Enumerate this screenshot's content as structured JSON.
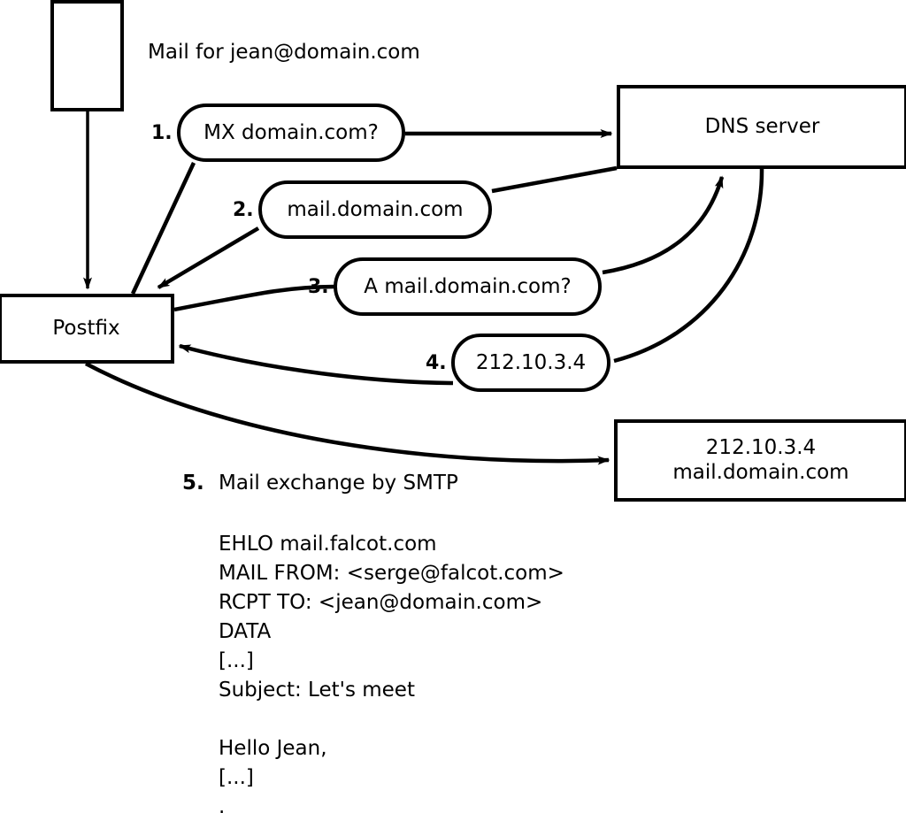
{
  "diagram": {
    "title_label": "Mail for jean@domain.com",
    "nodes": {
      "client": {
        "label": ""
      },
      "postfix": {
        "label": "Postfix"
      },
      "dns": {
        "label": "DNS server"
      },
      "target": {
        "label": "212.10.3.4\nmail.domain.com"
      }
    },
    "steps": [
      {
        "number": "1.",
        "bubble": "MX domain.com?"
      },
      {
        "number": "2.",
        "bubble": "mail.domain.com"
      },
      {
        "number": "3.",
        "bubble": "A mail.domain.com?"
      },
      {
        "number": "4.",
        "bubble": "212.10.3.4"
      }
    ],
    "step5": {
      "number": "5.",
      "label": "Mail exchange by SMTP"
    },
    "smtp_transcript": "EHLO mail.falcot.com\nMAIL FROM: <serge@falcot.com>\nRCPT TO: <jean@domain.com>\nDATA\n[...]\nSubject: Let's meet\n\nHello Jean,\n[...]\n.",
    "colors": {
      "stroke": "#000000",
      "fill": "#ffffff",
      "text": "#000000"
    }
  }
}
